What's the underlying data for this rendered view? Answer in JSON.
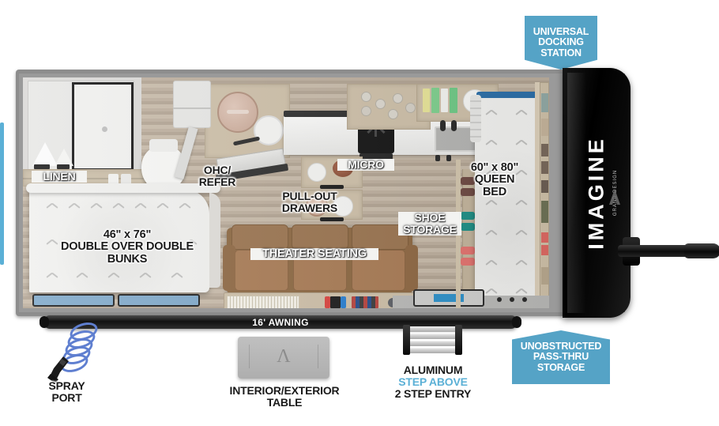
{
  "floorplan": {
    "brand": "IMAGINE",
    "brand_sub": "GRAND DESIGN",
    "badges": [
      {
        "id": "universal-docking-station",
        "lines": [
          "UNIVERSAL",
          "DOCKING",
          "STATION"
        ],
        "shape": "down",
        "color": "#55a3c6"
      },
      {
        "id": "unobstructed-pass-thru-storage",
        "lines": [
          "UNOBSTRUCTED",
          "PASS-THRU",
          "STORAGE"
        ],
        "shape": "up",
        "color": "#55a3c6"
      }
    ],
    "interior_labels": [
      {
        "id": "linen",
        "text": "LINEN",
        "style": "white"
      },
      {
        "id": "ohc-refer",
        "lines": [
          "OHC/",
          "REFER"
        ]
      },
      {
        "id": "micro",
        "text": "MICRO",
        "style": "white"
      },
      {
        "id": "pull-out-drawers",
        "lines": [
          "PULL-OUT",
          "DRAWERS"
        ]
      },
      {
        "id": "bunks",
        "lines": [
          "46\" x 76\"",
          "DOUBLE OVER DOUBLE",
          "BUNKS"
        ]
      },
      {
        "id": "theater-seating",
        "text": "THEATER SEATING",
        "style": "white"
      },
      {
        "id": "shoe-storage",
        "lines": [
          "SHOE",
          "STORAGE"
        ],
        "style": "white"
      },
      {
        "id": "queen-bed",
        "lines": [
          "60\" x 80\"",
          "QUEEN",
          "BED"
        ]
      }
    ],
    "awning": {
      "label": "16' AWNING"
    },
    "exterior_labels": [
      {
        "id": "spray-port",
        "lines": [
          "SPRAY",
          "PORT"
        ]
      },
      {
        "id": "interior-exterior-table",
        "text": "INTERIOR/EXTERIOR TABLE"
      },
      {
        "id": "aluminum-step-above-entry",
        "line1": "ALUMINUM",
        "line2": "STEP ABOVE",
        "line2_color": "#5bb0d6",
        "line3": "2 STEP ENTRY"
      }
    ],
    "colors": {
      "badge_blue": "#55a3c6",
      "accent_blue": "#5bb0d6",
      "shell_gray": "#8d8d8d",
      "cap_black": "#0b0b0b",
      "sofa_brown": "#9c7550",
      "wood_tan": "#c3b49e",
      "bed_white": "#f1f1ef"
    }
  }
}
